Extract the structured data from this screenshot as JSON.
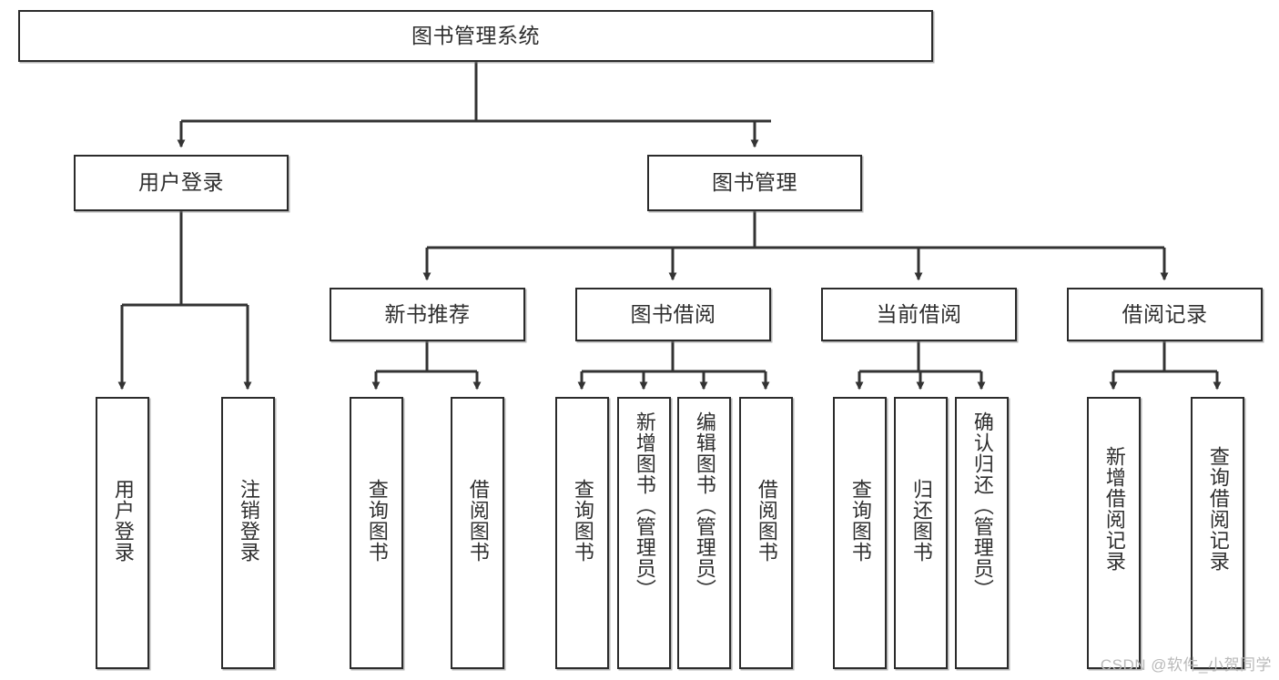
{
  "diagram": {
    "type": "tree",
    "title": "图书管理系统",
    "watermark": "CSDN @软件_小贺同学",
    "colors": {
      "box_border": "#2b2b2b",
      "box_fill": "#ffffff",
      "edge": "#333333",
      "text": "#2f2f2f",
      "watermark": "#b9b9b9"
    },
    "root": {
      "id": "root",
      "label": "图书管理系统"
    },
    "level2": [
      {
        "id": "user-login",
        "label": "用户登录"
      },
      {
        "id": "book-management",
        "label": "图书管理"
      }
    ],
    "level3": [
      {
        "id": "new-book-recommend",
        "label": "新书推荐",
        "parent": "book-management"
      },
      {
        "id": "book-borrow",
        "label": "图书借阅",
        "parent": "book-management"
      },
      {
        "id": "current-borrow",
        "label": "当前借阅",
        "parent": "book-management"
      },
      {
        "id": "borrow-record",
        "label": "借阅记录",
        "parent": "book-management"
      }
    ],
    "leaves": [
      {
        "id": "leaf-user-login",
        "label": "用户登录",
        "parent": "user-login"
      },
      {
        "id": "leaf-user-logout",
        "label": "注销登录",
        "parent": "user-login"
      },
      {
        "id": "leaf-query-book-1",
        "label": "查询图书",
        "parent": "new-book-recommend"
      },
      {
        "id": "leaf-borrow-book-1",
        "label": "借阅图书",
        "parent": "new-book-recommend"
      },
      {
        "id": "leaf-query-book-2",
        "label": "查询图书",
        "parent": "book-borrow"
      },
      {
        "id": "leaf-add-book",
        "label": "新增图书（管理员）",
        "parent": "book-borrow"
      },
      {
        "id": "leaf-edit-book",
        "label": "编辑图书（管理员）",
        "parent": "book-borrow"
      },
      {
        "id": "leaf-borrow-book-2",
        "label": "借阅图书",
        "parent": "book-borrow"
      },
      {
        "id": "leaf-query-book-3",
        "label": "查询图书",
        "parent": "current-borrow"
      },
      {
        "id": "leaf-return-book",
        "label": "归还图书",
        "parent": "current-borrow"
      },
      {
        "id": "leaf-confirm-return",
        "label": "确认归还（管理员）",
        "parent": "current-borrow"
      },
      {
        "id": "leaf-add-record",
        "label": "新增借阅记录",
        "parent": "borrow-record"
      },
      {
        "id": "leaf-query-record",
        "label": "查询借阅记录",
        "parent": "borrow-record"
      }
    ]
  }
}
